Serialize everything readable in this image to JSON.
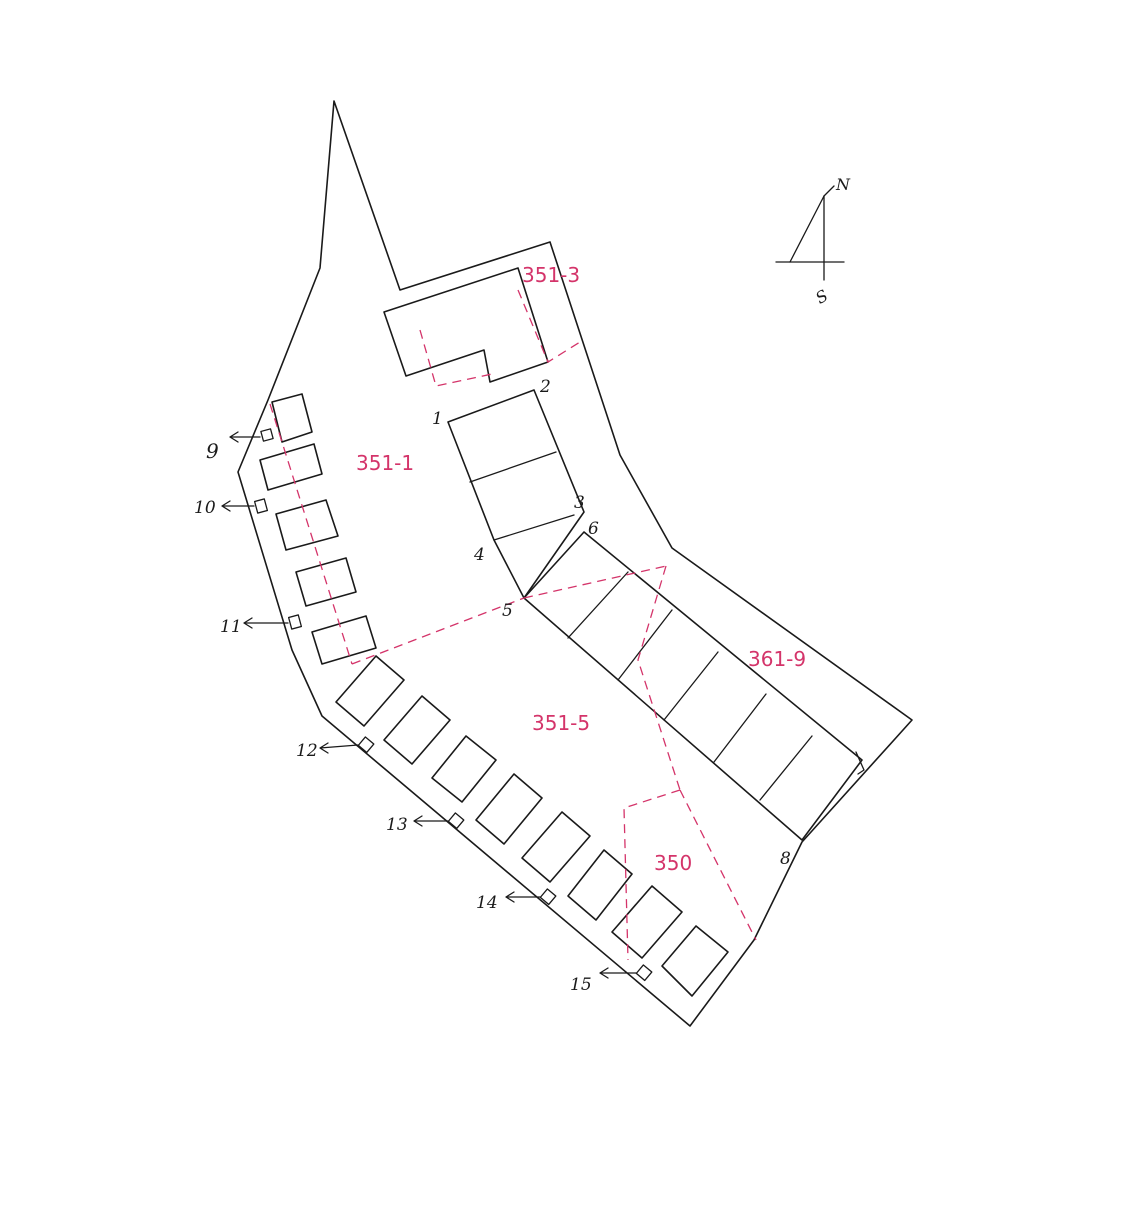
{
  "compass": {
    "north": "N",
    "south": "S"
  },
  "parcel_labels": [
    "351-3",
    "351-1",
    "351-5",
    "361-9",
    "350"
  ],
  "unit_labels": [
    "1",
    "2",
    "3",
    "4",
    "5",
    "6",
    "8"
  ],
  "meter_labels": [
    "9",
    "10",
    "11",
    "12",
    "13",
    "14",
    "15"
  ],
  "colors": {
    "ink": "#1a1a1a",
    "parcel_lines": "#d4346a"
  }
}
